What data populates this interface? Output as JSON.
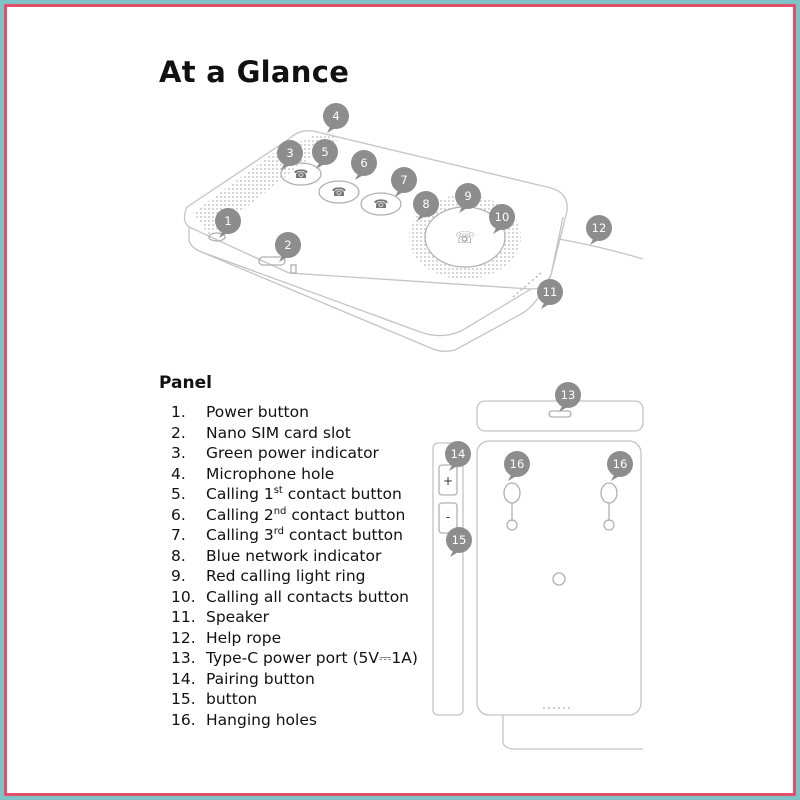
{
  "title": "At a Glance",
  "panel_heading": "Panel",
  "items": [
    {
      "num": "1.",
      "text": "Power button"
    },
    {
      "num": "2.",
      "text": "Nano SIM card slot"
    },
    {
      "num": "3.",
      "text": "Green power indicator"
    },
    {
      "num": "4.",
      "text": "Microphone hole"
    },
    {
      "num": "5.",
      "pre": "Calling 1",
      "sup": "st",
      "post": " contact button"
    },
    {
      "num": "6.",
      "pre": "Calling 2",
      "sup": "nd",
      "post": " contact button"
    },
    {
      "num": "7.",
      "pre": "Calling 3",
      "sup": "rd",
      "post": " contact button"
    },
    {
      "num": "8.",
      "text": "Blue network indicator"
    },
    {
      "num": "9.",
      "text": "Red calling light ring"
    },
    {
      "num": "10.",
      "text": "Calling all contacts button"
    },
    {
      "num": "11.",
      "text": "Speaker"
    },
    {
      "num": "12.",
      "text": "Help rope"
    },
    {
      "num": "13.",
      "text": "Type-C power port (5V⎓1A)"
    },
    {
      "num": "14.",
      "text": "Pairing button"
    },
    {
      "num": "15.",
      "text": "button"
    },
    {
      "num": "16.",
      "text": "Hanging holes"
    }
  ],
  "callouts": [
    "1",
    "2",
    "3",
    "4",
    "5",
    "6",
    "7",
    "8",
    "9",
    "10",
    "11",
    "12",
    "13",
    "14",
    "15",
    "16",
    "16"
  ],
  "side_marks": {
    "plus": "+",
    "minus": "-"
  },
  "colors": {
    "background": "#7fc3c6",
    "border": "#e0506a",
    "callout": "#8d8d8d",
    "line": "#c4c4c4"
  }
}
